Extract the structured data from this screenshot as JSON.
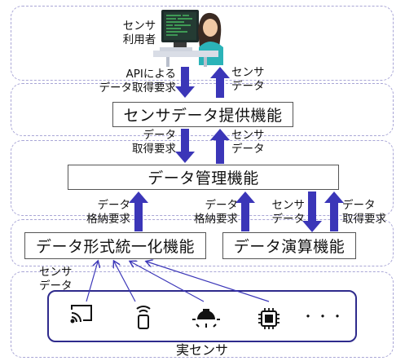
{
  "user": {
    "label_line1": "センサ",
    "label_line2": "利用者"
  },
  "layers": {
    "top": "",
    "bottom_caption": "実センサ"
  },
  "boxes": {
    "provide": "センサデータ提供機能",
    "manage": "データ管理機能",
    "unify": "データ形式統一化機能",
    "compute": "データ演算機能"
  },
  "labels": {
    "api_request_1": "APIによる",
    "api_request_2": "データ取得要求",
    "sensor_data_a1": "センサ",
    "sensor_data_a2": "データ",
    "get_request_1": "データ",
    "get_request_2": "取得要求",
    "sensor_data_b1": "センサ",
    "sensor_data_b2": "データ",
    "store_request_l1": "データ",
    "store_request_l2": "格納要求",
    "store_request_r1": "データ",
    "store_request_r2": "格納要求",
    "sensor_data_c1": "センサ",
    "sensor_data_c2": "データ",
    "get_request_r1": "データ",
    "get_request_r2": "取得要求",
    "sensor_data_in1": "センサ",
    "sensor_data_in2": "データ",
    "ellipsis": "・・・"
  },
  "icons": [
    "cast-icon",
    "phone-signal-icon",
    "lightbulb-icon",
    "chip-icon"
  ],
  "colors": {
    "arrow": "#3b36b8",
    "layer_border": "#a9a6d6",
    "sensor_border": "#2e2a8c"
  }
}
